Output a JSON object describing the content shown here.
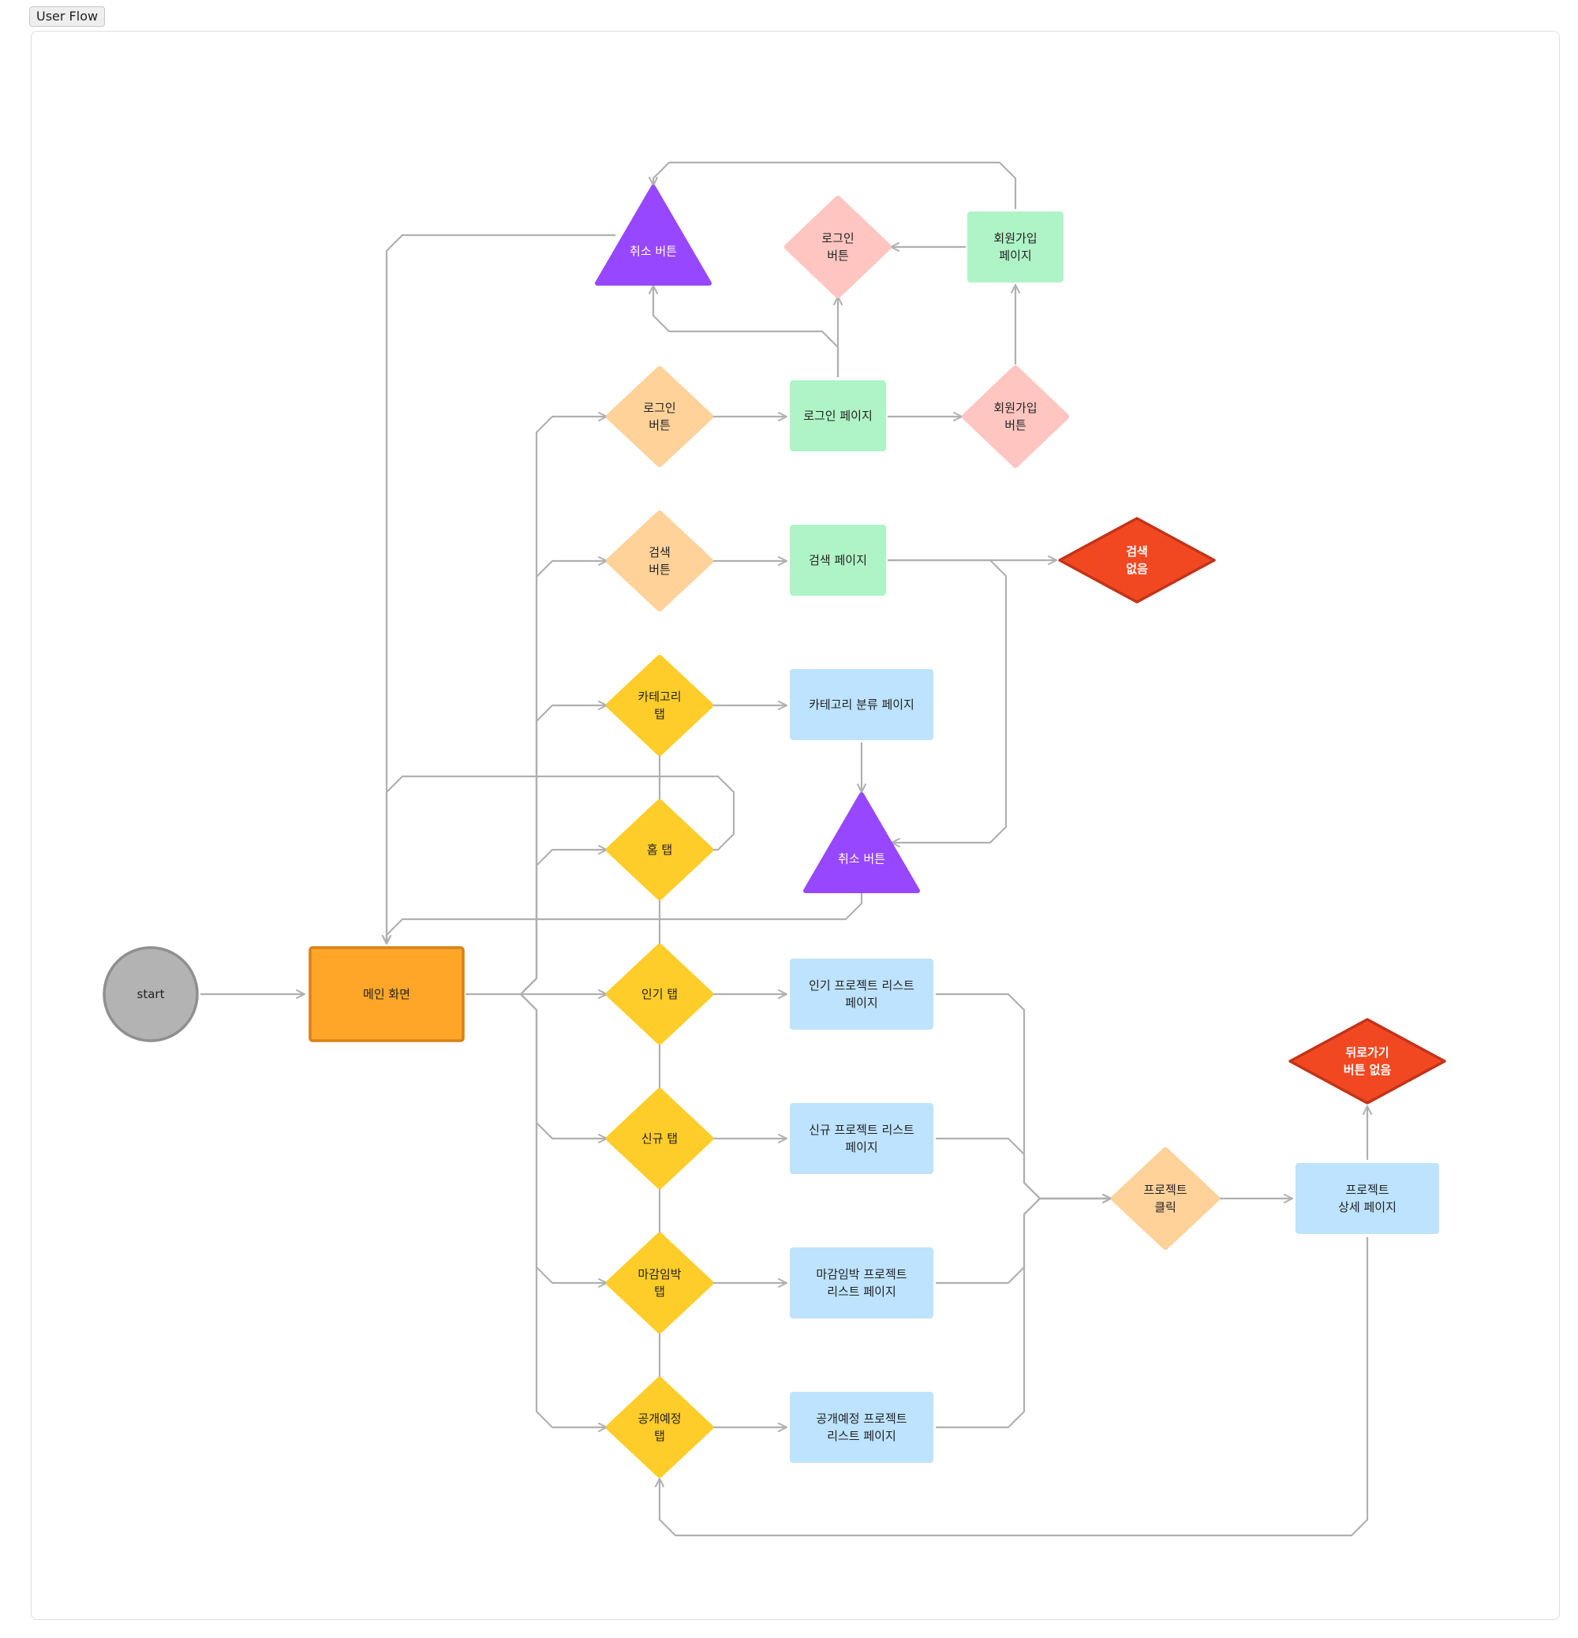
{
  "frame_label": "User Flow",
  "colors": {
    "edge": "#b0b0b0",
    "start": "#b3b3b3",
    "main": "#ffa629",
    "button": "#ffd29a",
    "button_pink": "#ffc6c1",
    "tab": "#ffcd29",
    "page_green": "#aff4c6",
    "page_blue": "#bde3ff",
    "cancel": "#9747ff",
    "error": "#f24822"
  },
  "nodes": [
    {
      "id": "start",
      "shape": "circle",
      "label": "start",
      "color": "start"
    },
    {
      "id": "main",
      "shape": "rect-border",
      "label": "메인 화면",
      "color": "main"
    },
    {
      "id": "login_btn",
      "shape": "diamond",
      "label": "로그인\n버튼",
      "color": "button"
    },
    {
      "id": "search_btn",
      "shape": "diamond",
      "label": "검색\n버튼",
      "color": "button"
    },
    {
      "id": "category_tab",
      "shape": "diamond",
      "label": "카테고리\n탭",
      "color": "tab"
    },
    {
      "id": "home_tab",
      "shape": "diamond",
      "label": "홈 탭",
      "color": "tab"
    },
    {
      "id": "popular_tab",
      "shape": "diamond",
      "label": "인기 탭",
      "color": "tab"
    },
    {
      "id": "new_tab",
      "shape": "diamond",
      "label": "신규 탭",
      "color": "tab"
    },
    {
      "id": "deadline_tab",
      "shape": "diamond",
      "label": "마감임박\n탭",
      "color": "tab"
    },
    {
      "id": "upcoming_tab",
      "shape": "diamond",
      "label": "공개예정\n탭",
      "color": "tab"
    },
    {
      "id": "login_page",
      "shape": "rect",
      "label": "로그인 페이지",
      "color": "page_green"
    },
    {
      "id": "search_page",
      "shape": "rect",
      "label": "검색 페이지",
      "color": "page_green"
    },
    {
      "id": "signup_page",
      "shape": "rect",
      "label": "회원가입\n페이지",
      "color": "page_green"
    },
    {
      "id": "login_btn2",
      "shape": "diamond",
      "label": "로그인\n버튼",
      "color": "button_pink"
    },
    {
      "id": "signup_btn",
      "shape": "diamond",
      "label": "회원가입\n버튼",
      "color": "button_pink"
    },
    {
      "id": "cancel_top",
      "shape": "triangle",
      "label": "취소 버튼",
      "color": "cancel"
    },
    {
      "id": "cancel_mid",
      "shape": "triangle",
      "label": "취소 버튼",
      "color": "cancel"
    },
    {
      "id": "no_search",
      "shape": "diamond-error",
      "label": "검색\n없음",
      "color": "error"
    },
    {
      "id": "category_page",
      "shape": "rect",
      "label": "카테고리 분류 페이지",
      "color": "page_blue"
    },
    {
      "id": "popular_page",
      "shape": "rect",
      "label": "인기 프로젝트 리스트\n페이지",
      "color": "page_blue"
    },
    {
      "id": "new_page",
      "shape": "rect",
      "label": "신규 프로젝트 리스트\n페이지",
      "color": "page_blue"
    },
    {
      "id": "deadline_page",
      "shape": "rect",
      "label": "마감임박 프로젝트\n리스트 페이지",
      "color": "page_blue"
    },
    {
      "id": "upcoming_page",
      "shape": "rect",
      "label": "공개예정 프로젝트\n리스트 페이지",
      "color": "page_blue"
    },
    {
      "id": "project_click",
      "shape": "diamond",
      "label": "프로젝트\n클릭",
      "color": "button"
    },
    {
      "id": "detail_page",
      "shape": "rect",
      "label": "프로젝트\n상세 페이지",
      "color": "page_blue"
    },
    {
      "id": "no_back",
      "shape": "diamond-error",
      "label": "뒤로가기\n버튼 없음",
      "color": "error"
    }
  ],
  "edges": [
    {
      "from": "start",
      "to": "main"
    },
    {
      "from": "main",
      "to": "login_btn"
    },
    {
      "from": "main",
      "to": "search_btn"
    },
    {
      "from": "main",
      "to": "category_tab"
    },
    {
      "from": "main",
      "to": "home_tab"
    },
    {
      "from": "main",
      "to": "popular_tab"
    },
    {
      "from": "main",
      "to": "new_tab"
    },
    {
      "from": "main",
      "to": "deadline_tab"
    },
    {
      "from": "main",
      "to": "upcoming_tab"
    },
    {
      "from": "login_btn",
      "to": "login_page"
    },
    {
      "from": "login_page",
      "to": "signup_btn"
    },
    {
      "from": "login_page",
      "to": "login_btn2"
    },
    {
      "from": "login_page",
      "to": "cancel_top"
    },
    {
      "from": "signup_btn",
      "to": "signup_page"
    },
    {
      "from": "signup_page",
      "to": "login_btn2"
    },
    {
      "from": "signup_page",
      "to": "cancel_top"
    },
    {
      "from": "cancel_top",
      "to": "main"
    },
    {
      "from": "search_btn",
      "to": "search_page"
    },
    {
      "from": "search_page",
      "to": "no_search"
    },
    {
      "from": "search_page",
      "to": "cancel_mid"
    },
    {
      "from": "category_tab",
      "to": "category_page"
    },
    {
      "from": "category_page",
      "to": "cancel_mid"
    },
    {
      "from": "cancel_mid",
      "to": "main"
    },
    {
      "from": "home_tab",
      "to": "main"
    },
    {
      "from": "popular_tab",
      "to": "popular_page"
    },
    {
      "from": "new_tab",
      "to": "new_page"
    },
    {
      "from": "deadline_tab",
      "to": "deadline_page"
    },
    {
      "from": "upcoming_tab",
      "to": "upcoming_page"
    },
    {
      "from": "popular_page",
      "to": "project_click"
    },
    {
      "from": "new_page",
      "to": "project_click"
    },
    {
      "from": "deadline_page",
      "to": "project_click"
    },
    {
      "from": "upcoming_page",
      "to": "project_click"
    },
    {
      "from": "project_click",
      "to": "detail_page"
    },
    {
      "from": "detail_page",
      "to": "no_back"
    },
    {
      "from": "detail_page",
      "to": "upcoming_tab"
    }
  ]
}
